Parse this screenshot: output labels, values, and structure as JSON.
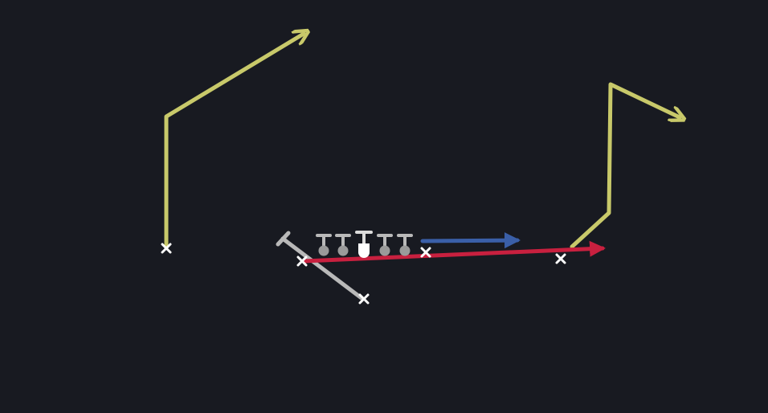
{
  "diagram": {
    "type": "football-play",
    "background_color": "#181a21",
    "colors": {
      "yellow_route": "#c8c96a",
      "blue_route": "#3a5fa8",
      "red_route": "#c8203f",
      "line_gray": "#b9b9b9",
      "center_white": "#ffffff",
      "player_x": "#ffffff"
    },
    "offensive_line": [
      "lineman",
      "lineman",
      "center",
      "lineman",
      "lineman"
    ],
    "routes": [
      {
        "name": "left-wr-post-corner",
        "color": "yellow_route",
        "shape": "vertical-then-angle",
        "arrow": true
      },
      {
        "name": "right-wr-out-and-up",
        "color": "yellow_route",
        "shape": "angle-up-vertical-then-out",
        "arrow": true
      },
      {
        "name": "te-flat",
        "color": "blue_route",
        "shape": "horizontal",
        "arrow": true
      },
      {
        "name": "motion-sweep",
        "color": "red_route",
        "shape": "horizontal",
        "arrow": true
      },
      {
        "name": "rb-block",
        "color": "line_gray",
        "shape": "diagonal-block",
        "arrow": false
      }
    ],
    "players": [
      {
        "name": "left-wide-receiver",
        "marker": "x"
      },
      {
        "name": "motion-player",
        "marker": "x"
      },
      {
        "name": "running-back",
        "marker": "x"
      },
      {
        "name": "tight-end",
        "marker": "x"
      },
      {
        "name": "right-receiver",
        "marker": "x"
      }
    ]
  }
}
